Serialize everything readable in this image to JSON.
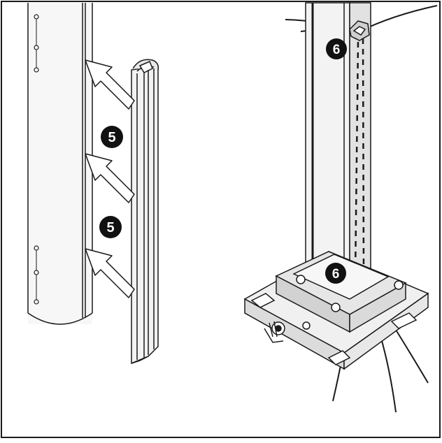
{
  "steps": {
    "left_upper": "5",
    "left_lower": "5",
    "right_upper": "6",
    "right_lower": "6"
  },
  "colors": {
    "line": "#1a1a1a",
    "badge": "#111111",
    "badge_text": "#ffffff",
    "shade": "#d9d9d9",
    "light_shade": "#ededed"
  }
}
